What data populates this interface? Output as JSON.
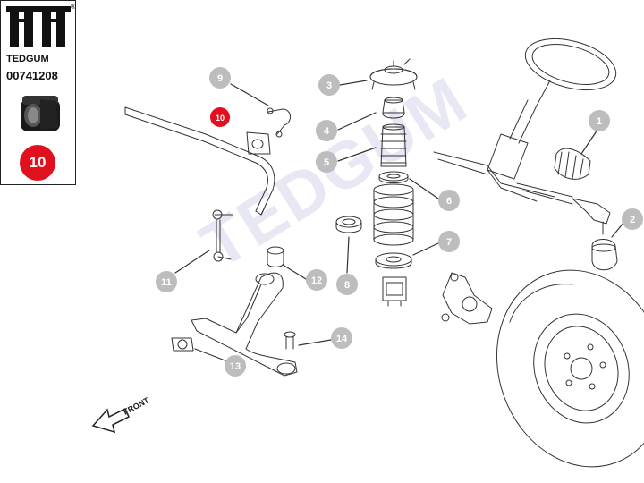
{
  "brand": {
    "name": "TEDGUM",
    "registered_mark": "®",
    "part_number": "00741208",
    "highlight_label": "10"
  },
  "watermark": "TEDGUM",
  "direction_label": "FRONT",
  "callouts": [
    {
      "label": "1"
    },
    {
      "label": "2"
    },
    {
      "label": "3"
    },
    {
      "label": "4"
    },
    {
      "label": "5"
    },
    {
      "label": "6"
    },
    {
      "label": "7"
    },
    {
      "label": "8"
    },
    {
      "label": "9"
    },
    {
      "label": "10"
    },
    {
      "label": "11"
    },
    {
      "label": "12"
    },
    {
      "label": "13"
    },
    {
      "label": "14"
    }
  ],
  "colors": {
    "callout_gray": "#bdbdbd",
    "highlight_red": "#e0101e",
    "line": "#333333",
    "watermark": "#e8e8f4"
  }
}
